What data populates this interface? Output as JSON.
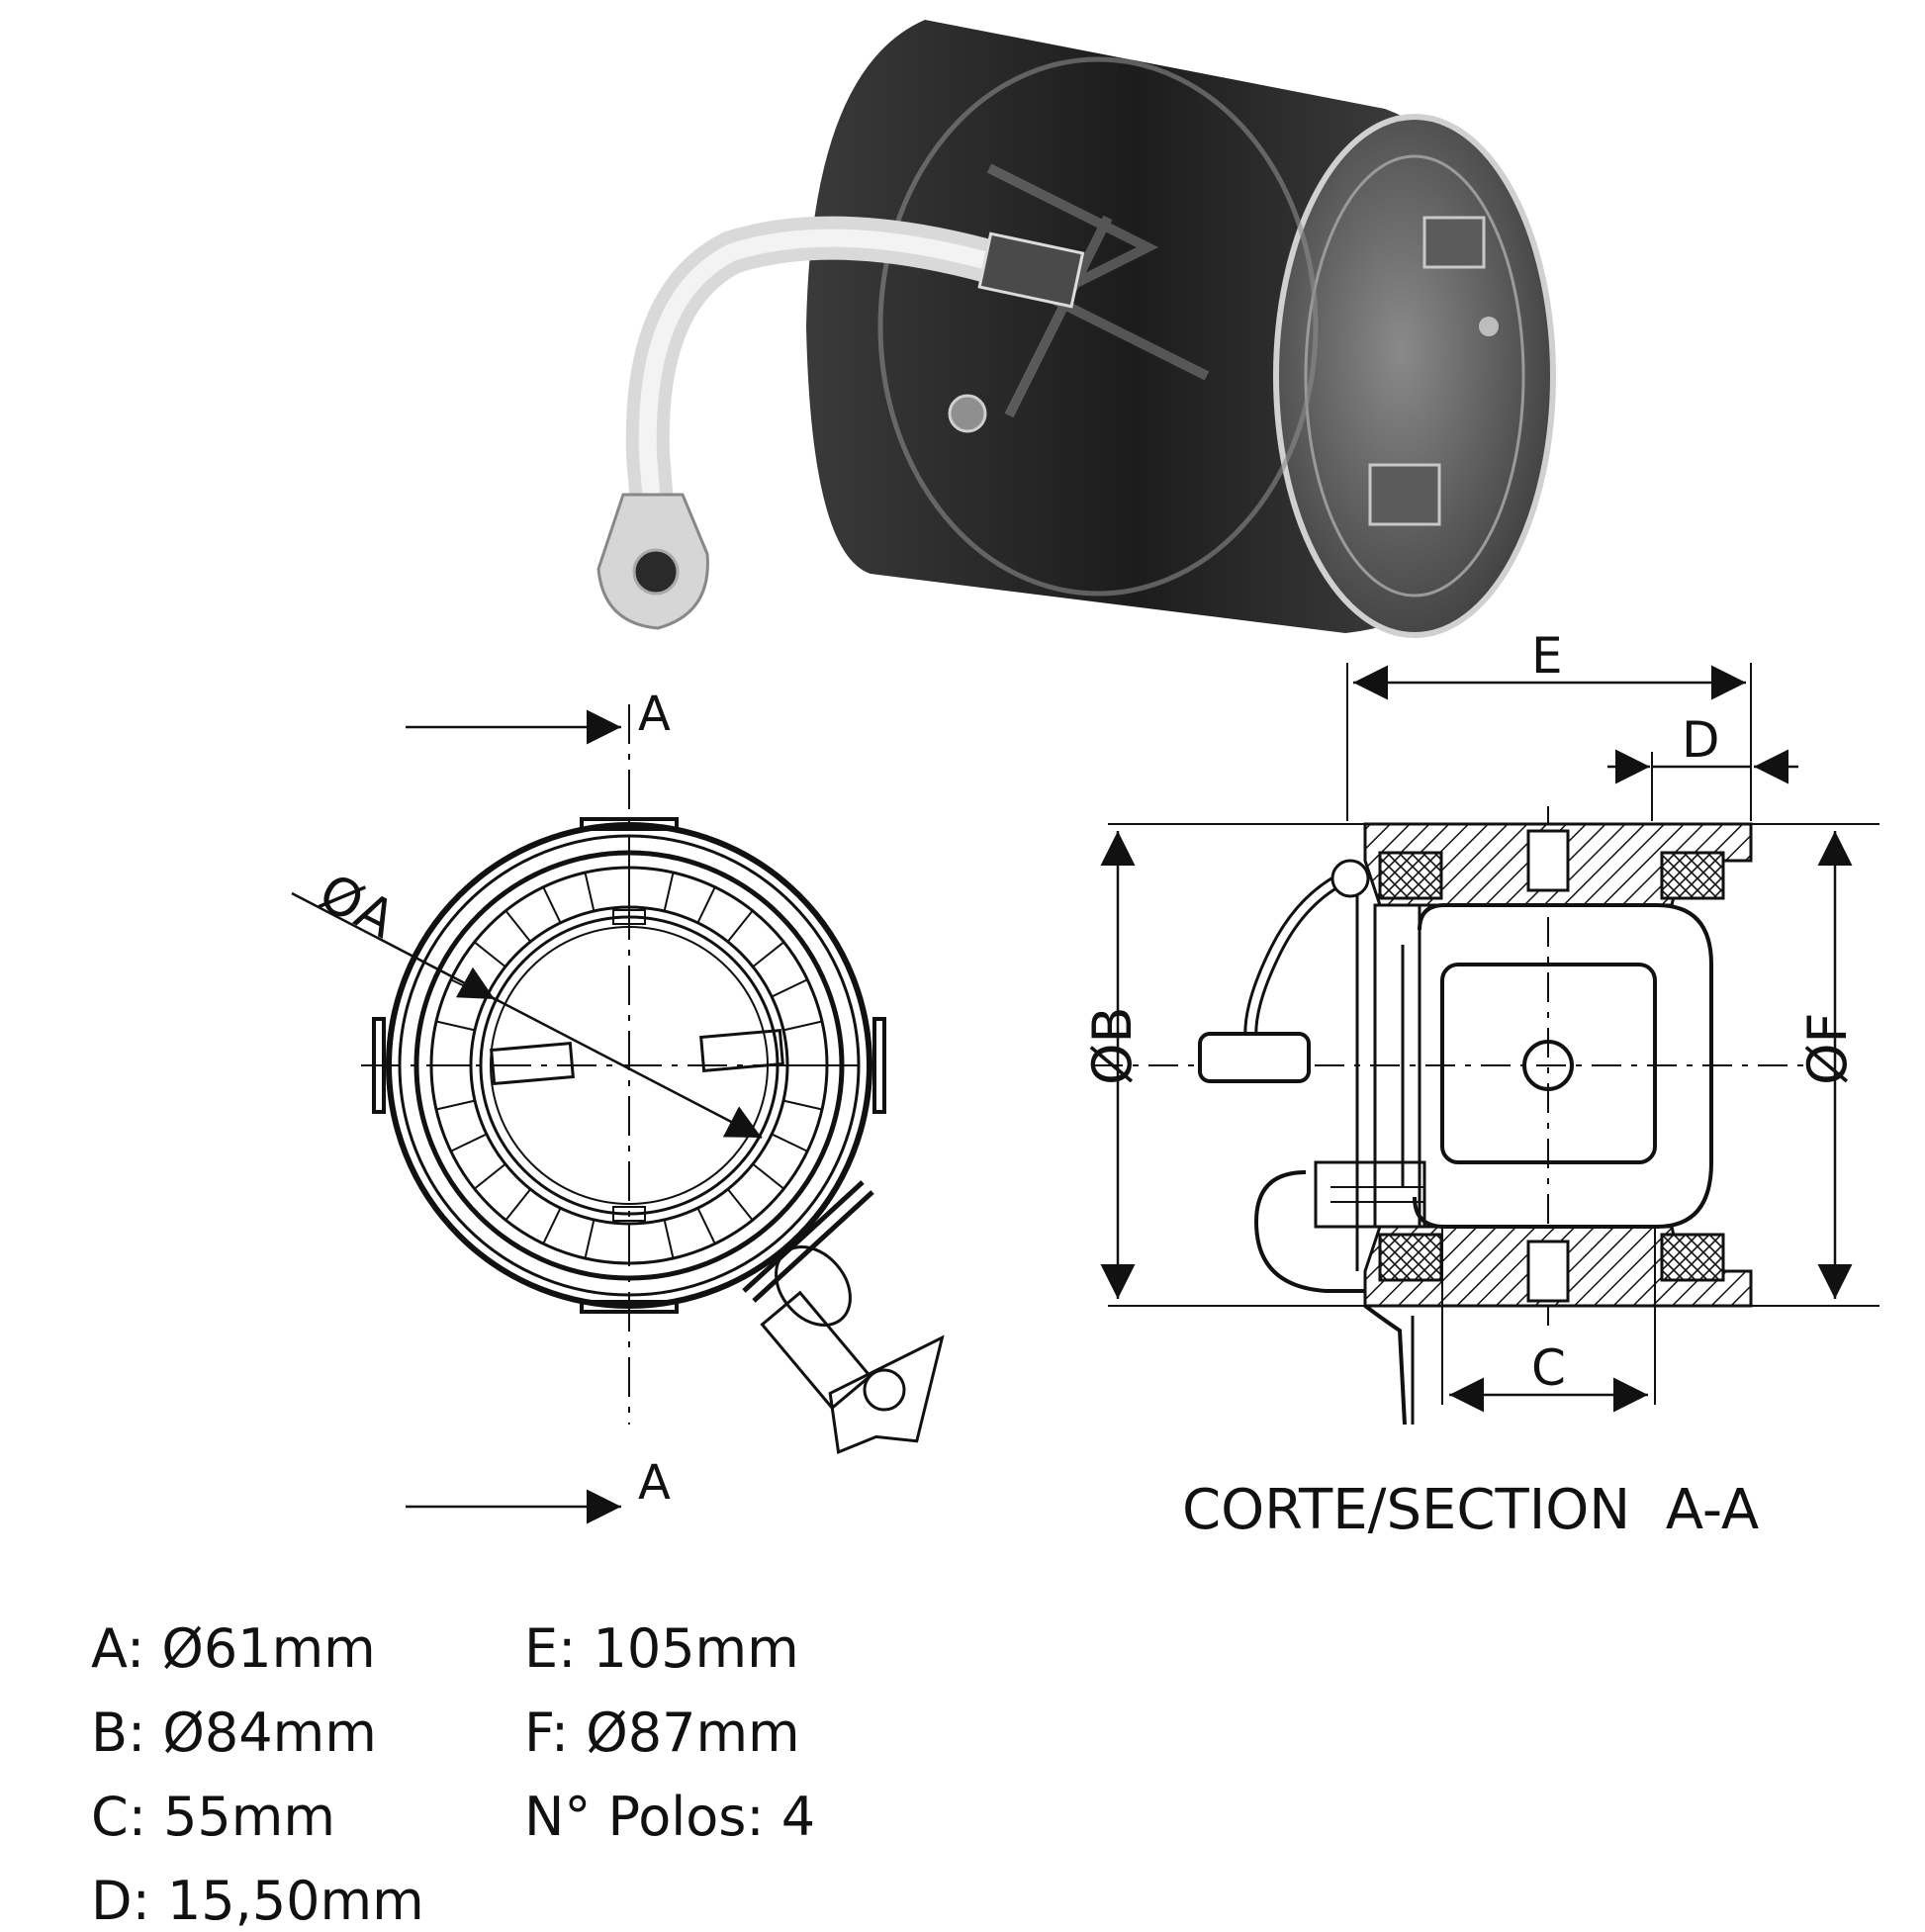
{
  "labels": {
    "section_top": "A",
    "section_bottom": "A",
    "dia_a": "ØA",
    "dia_b": "ØB",
    "dia_f": "ØF",
    "dim_e": "E",
    "dim_d": "D",
    "dim_c": "C",
    "section_caption": "CORTE/SECTION  A-A"
  },
  "specs": {
    "a": "A: Ø61mm",
    "b": "B: Ø84mm",
    "c": "C: 55mm",
    "d": "D: 15,50mm",
    "e": "E: 105mm",
    "f": "F: Ø87mm",
    "poles": "N° Polos: 4"
  },
  "colors": {
    "line": "#111111",
    "body_dark": "#2b2b2b",
    "cable": "#e6e6e6"
  }
}
